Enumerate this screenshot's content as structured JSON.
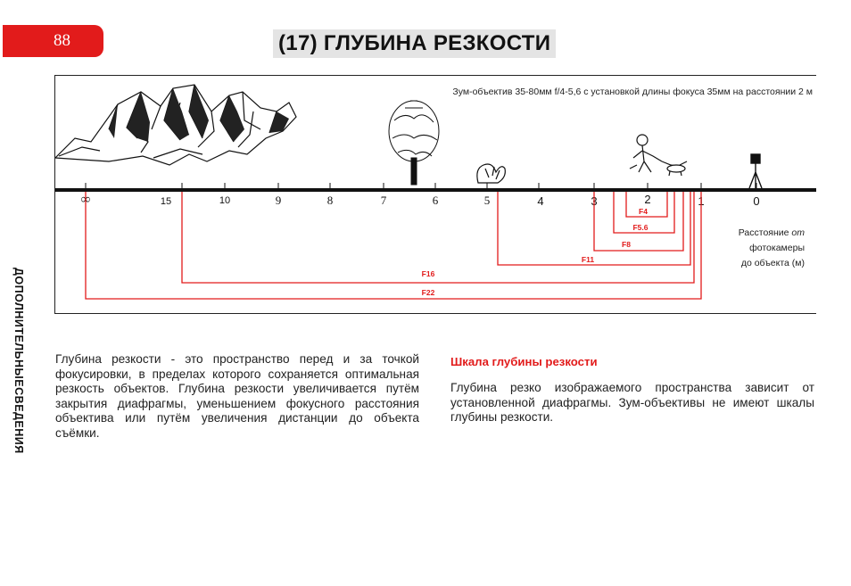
{
  "page": {
    "number": "88",
    "title": "(17) ГЛУБИНА РЕЗКОСТИ",
    "side_label": "ДОПОЛНИТЕЛЬНЫЕСВЕДЕНИЯ"
  },
  "illustration": {
    "caption": "Зум-объектив 35-80мм f/4-5,6 с установкой длины фокуса 35мм на расстоянии 2 м",
    "distance_caption_line1": "Расстояние",
    "distance_caption_italic": "от",
    "distance_caption_line2": "фотокамеры",
    "distance_caption_line3": "до объекта (м)",
    "scale_labels": [
      "∞",
      "15",
      "10",
      "9",
      "8",
      "7",
      "6",
      "5",
      "4",
      "3",
      "2",
      "1",
      "0"
    ],
    "apertures": [
      "F4",
      "F5.6",
      "F8",
      "F11",
      "F16",
      "F22"
    ],
    "accent_color": "#e21b1b"
  },
  "text": {
    "left_paragraph": "Глубина резкости - это пространство перед и за точкой фокусировки, в пределах которого сохраняется оптимальная резкость объектов. Глубина резкости увеличивается путём закрытия диафрагмы, уменьшением фокусного расстояния объектива или путём увеличения дистанции до объекта съёмки.",
    "right_heading": "Шкала глубины резкости",
    "right_paragraph": "Глубина резко изображаемого пространства зависит от установленной диафрагмы. Зум-объективы не имеют шкалы глубины резкости."
  }
}
